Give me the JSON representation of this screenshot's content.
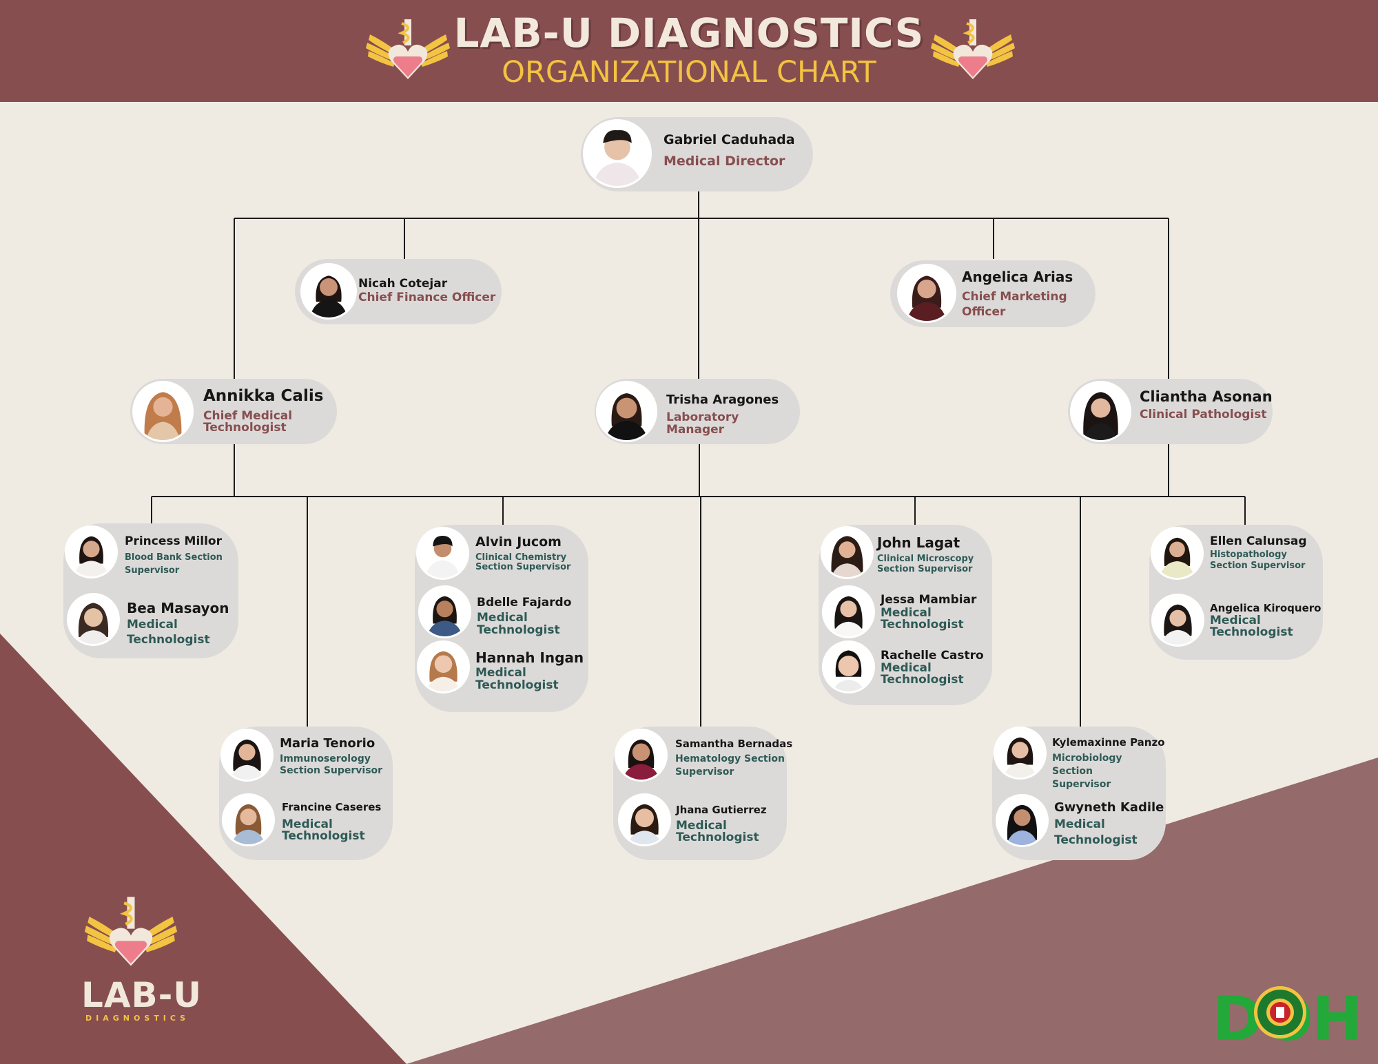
{
  "header": {
    "title": "LAB-U DIAGNOSTICS",
    "subtitle": "ORGANIZATIONAL CHART"
  },
  "people": {
    "director": {
      "name": "Gabriel Caduhada",
      "role": "Medical Director"
    },
    "cfo": {
      "name": "Nicah Cotejar",
      "role": "Chief Finance Officer"
    },
    "cmo": {
      "name": "Angelica Arias",
      "role_line1": "Chief Marketing",
      "role_line2": "Officer"
    },
    "chief_medtech": {
      "name": "Annikka Calis",
      "role_line1": "Chief Medical",
      "role_line2": "Technologist"
    },
    "lab_manager": {
      "name": "Trisha Aragones",
      "role": "Laboratory Manager"
    },
    "pathologist": {
      "name": "Cliantha Asonan",
      "role": "Clinical Pathologist"
    },
    "blood_bank": {
      "supervisor": {
        "name": "Princess Millor",
        "role_line1": "Blood Bank Section",
        "role_line2": "Supervisor"
      },
      "tech": {
        "name": "Bea Masayon",
        "role_line1": "Medical",
        "role_line2": "Technologist"
      }
    },
    "clinical_chemistry": {
      "supervisor": {
        "name": "Alvin Jucom",
        "role_line1": "Clinical Chemistry",
        "role_line2": "Section Supervisor"
      },
      "tech1": {
        "name": "Bdelle Fajardo",
        "role_line1": "Medical",
        "role_line2": "Technologist"
      },
      "tech2": {
        "name": "Hannah Ingan",
        "role_line1": "Medical",
        "role_line2": "Technologist"
      }
    },
    "clinical_microscopy": {
      "supervisor": {
        "name": "John Lagat",
        "role_line1": "Clinical Microscopy",
        "role_line2": "Section Supervisor"
      },
      "tech1": {
        "name": "Jessa Mambiar",
        "role_line1": "Medical",
        "role_line2": "Technologist"
      },
      "tech2": {
        "name": "Rachelle Castro",
        "role_line1": "Medical",
        "role_line2": "Technologist"
      }
    },
    "histopathology": {
      "supervisor": {
        "name": "Ellen Calunsag",
        "role_line1": "Histopathology",
        "role_line2": "Section Supervisor"
      },
      "tech": {
        "name": "Angelica Kiroquero",
        "role_line1": "Medical",
        "role_line2": "Technologist"
      }
    },
    "immunoserology": {
      "supervisor": {
        "name": "Maria Tenorio",
        "role_line1": "Immunoserology",
        "role_line2": "Section Supervisor"
      },
      "tech": {
        "name": "Francine Caseres",
        "role_line1": "Medical",
        "role_line2": "Technologist"
      }
    },
    "hematology": {
      "supervisor": {
        "name": "Samantha Bernadas",
        "role_line1": "Hematology Section",
        "role_line2": "Supervisor"
      },
      "tech": {
        "name": "Jhana Gutierrez",
        "role_line1": "Medical",
        "role_line2": "Technologist"
      }
    },
    "microbiology": {
      "supervisor": {
        "name": "Kylemaxinne Panzo",
        "role_line1": "Microbiology Section",
        "role_line2": "Supervisor"
      },
      "tech": {
        "name": "Gwyneth Kadile",
        "role_line1": "Medical",
        "role_line2": "Technologist"
      }
    }
  },
  "footer": {
    "logo_text": "LAB-U",
    "logo_sub": "DIAGNOSTICS",
    "doh_text": "DOH"
  },
  "colors": {
    "maroon": "#874e50",
    "mauve": "#956a6b",
    "cream": "#efebe3",
    "gold": "#f3c342",
    "card": "#dcdad8",
    "role_maroon": "#874e50",
    "role_teal": "#2e5a56",
    "doh_green": "#23a83a"
  }
}
